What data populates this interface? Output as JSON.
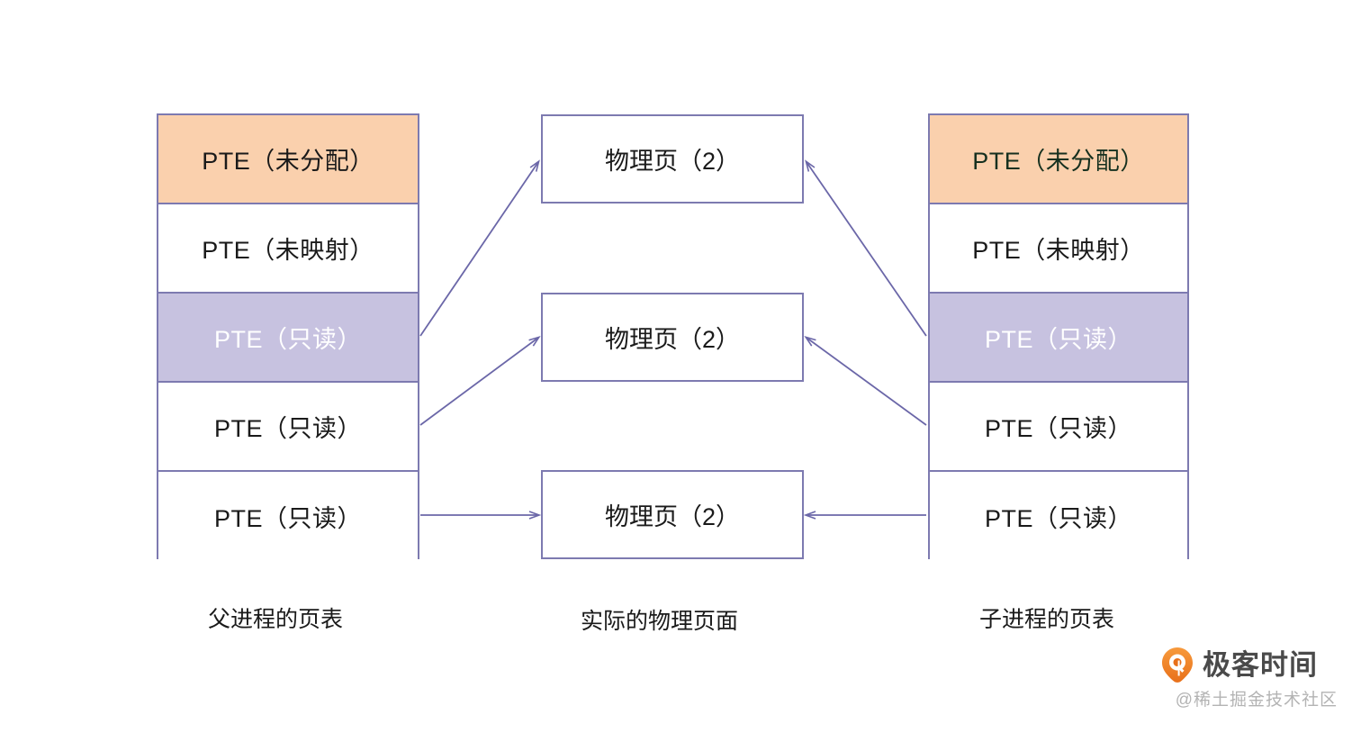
{
  "diagram": {
    "title": "Copy-on-Write page table mapping between parent and child process",
    "parent_table": {
      "caption": "父进程的页表",
      "rows": [
        {
          "label": "PTE（未分配）",
          "style": "orange"
        },
        {
          "label": "PTE（未映射）",
          "style": "white"
        },
        {
          "label": "PTE（只读）",
          "style": "purple"
        },
        {
          "label": "PTE（只读）",
          "style": "white"
        },
        {
          "label": "PTE（只读）",
          "style": "white"
        }
      ]
    },
    "physical_pages": {
      "caption": "实际的物理页面",
      "boxes": [
        {
          "label": "物理页（2）"
        },
        {
          "label": "物理页（2）"
        },
        {
          "label": "物理页（2）"
        }
      ]
    },
    "child_table": {
      "caption": "子进程的页表",
      "rows": [
        {
          "label": "PTE（未分配）",
          "style": "orange"
        },
        {
          "label": "PTE（未映射）",
          "style": "white"
        },
        {
          "label": "PTE（只读）",
          "style": "purple"
        },
        {
          "label": "PTE（只读）",
          "style": "white"
        },
        {
          "label": "PTE（只读）",
          "style": "white"
        }
      ]
    },
    "colors": {
      "border": "#7d7ab0",
      "fill_orange": "#fad0ad",
      "fill_purple": "#c7c2e0",
      "fill_white": "#ffffff",
      "arrow": "#6b67a8",
      "text": "#1a1a1a",
      "purple_row_text": "#ffffff",
      "brand_orange": "#e8701a"
    },
    "arrows": [
      {
        "from": "parent.row3",
        "to": "physical.box1",
        "direction": "right-up"
      },
      {
        "from": "parent.row4",
        "to": "physical.box2",
        "direction": "right-up"
      },
      {
        "from": "parent.row5",
        "to": "physical.box3",
        "direction": "right"
      },
      {
        "from": "child.row3",
        "to": "physical.box1",
        "direction": "left-up"
      },
      {
        "from": "child.row4",
        "to": "physical.box2",
        "direction": "left-up"
      },
      {
        "from": "child.row5",
        "to": "physical.box3",
        "direction": "left"
      }
    ]
  },
  "watermark": {
    "brand": "极客时间",
    "account": "@稀土掘金技术社区",
    "logo_icon": "geek-time-logo-icon"
  }
}
